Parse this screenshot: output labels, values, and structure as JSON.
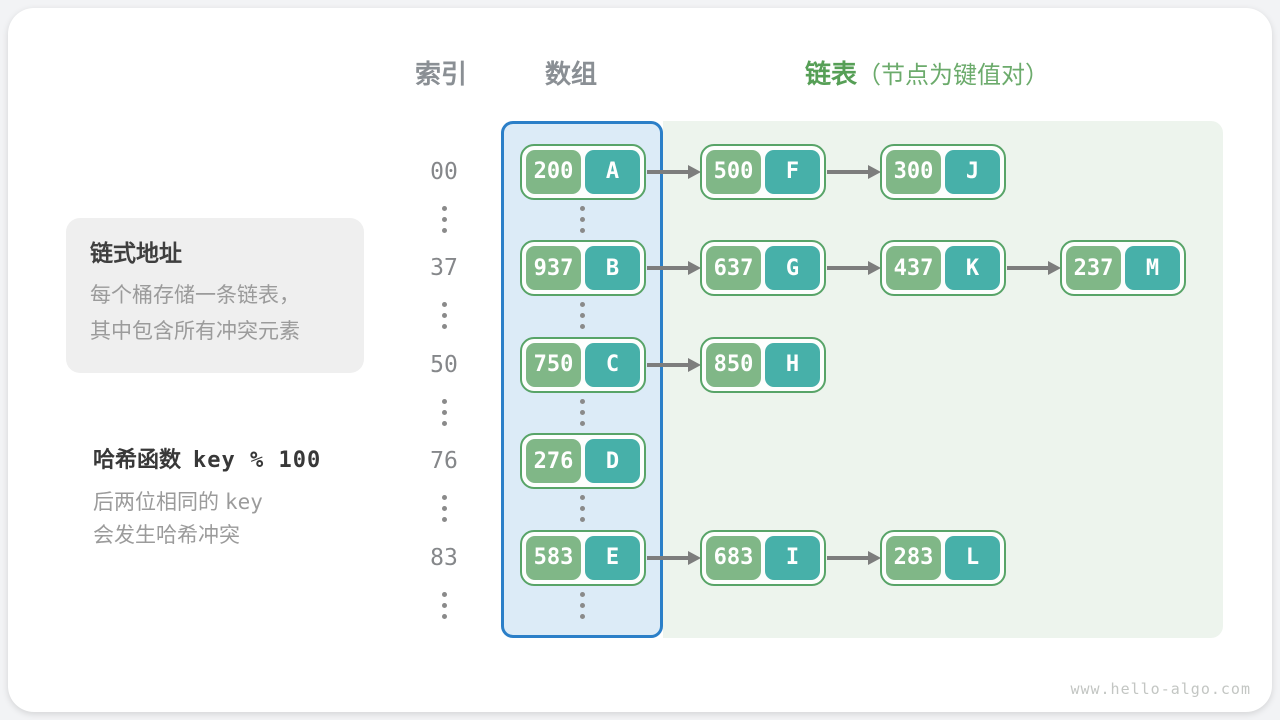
{
  "page": {
    "watermark": "www.hello-algo.com"
  },
  "headers": {
    "index": "索引",
    "array": "数组",
    "list": "链表",
    "list_note": "（节点为键值对）"
  },
  "callout": {
    "title": "链式地址",
    "lines": [
      "每个桶存储一条链表，",
      "其中包含所有冲突元素"
    ]
  },
  "hash_note": {
    "title_zh": "哈希函数",
    "title_code": "key % 100",
    "line1_zh": "后两位相同的",
    "line1_code": "key",
    "line2": "会发生哈希冲突"
  },
  "buckets": [
    {
      "index": "00",
      "nodes": [
        {
          "key": "200",
          "value": "A"
        },
        {
          "key": "500",
          "value": "F"
        },
        {
          "key": "300",
          "value": "J"
        }
      ]
    },
    {
      "index": "37",
      "nodes": [
        {
          "key": "937",
          "value": "B"
        },
        {
          "key": "637",
          "value": "G"
        },
        {
          "key": "437",
          "value": "K"
        },
        {
          "key": "237",
          "value": "M"
        }
      ]
    },
    {
      "index": "50",
      "nodes": [
        {
          "key": "750",
          "value": "C"
        },
        {
          "key": "850",
          "value": "H"
        }
      ]
    },
    {
      "index": "76",
      "nodes": [
        {
          "key": "276",
          "value": "D"
        }
      ]
    },
    {
      "index": "83",
      "nodes": [
        {
          "key": "583",
          "value": "E"
        },
        {
          "key": "683",
          "value": "I"
        },
        {
          "key": "283",
          "value": "L"
        }
      ]
    }
  ],
  "colors": {
    "array_border": "#2b7fc8",
    "array_fill": "#dcebf7",
    "list_fill": "#edf4ed",
    "node_border": "#58a468",
    "key_cell": "#80b787",
    "value_cell": "#47b0a9",
    "arrow": "#7d7d7d",
    "accent_green": "#569f56"
  }
}
